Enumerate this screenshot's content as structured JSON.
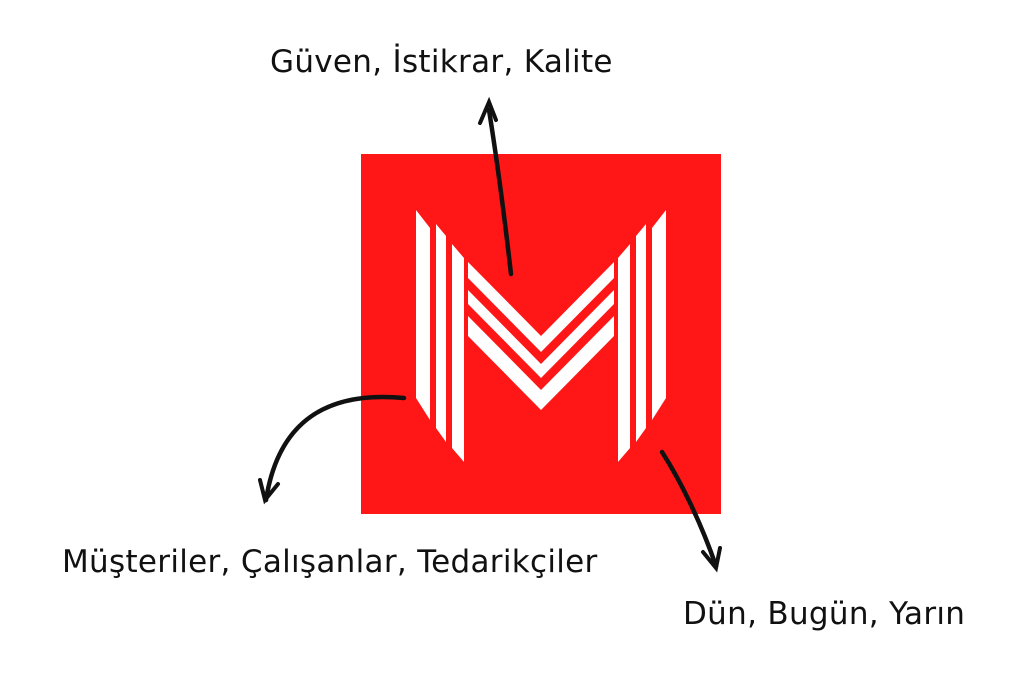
{
  "diagram": {
    "logo": {
      "name": "M logo",
      "background_color": "#ff1717",
      "mark_color": "#ffffff"
    },
    "labels": {
      "top": "Güven, İstikrar, Kalite",
      "left": "Müşteriler, Çalışanlar, Tedarikçiler",
      "right": "Dün, Bugün, Yarın"
    },
    "arrow_color": "#111111"
  }
}
